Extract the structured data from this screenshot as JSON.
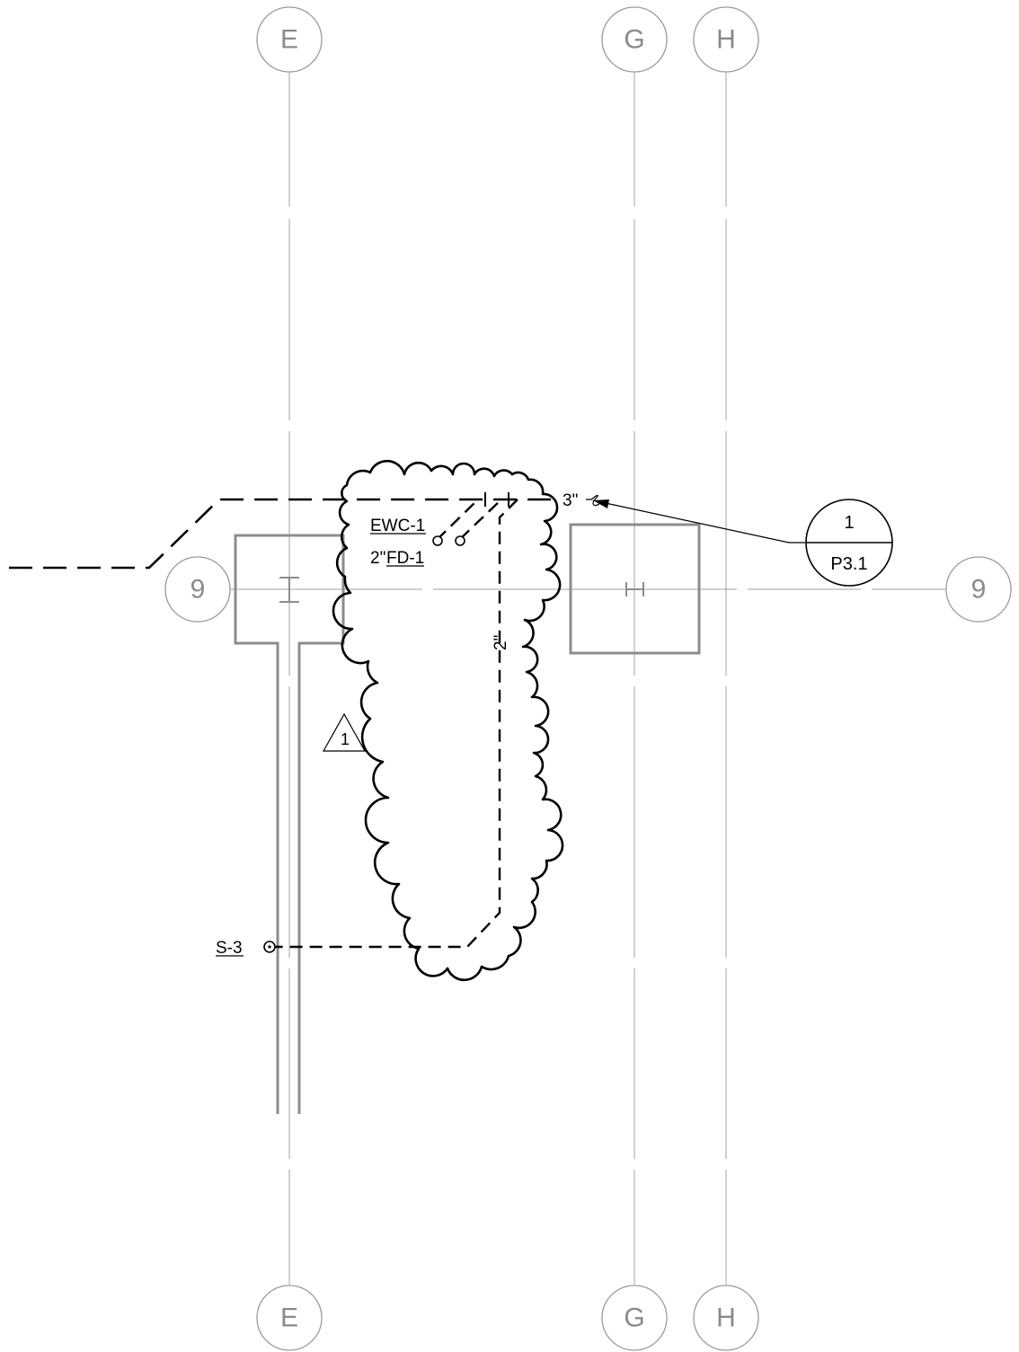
{
  "grid": {
    "columns": [
      {
        "id": "col-e",
        "label": "E"
      },
      {
        "id": "col-g",
        "label": "G"
      },
      {
        "id": "col-h",
        "label": "H"
      }
    ],
    "rows": [
      {
        "id": "row-9",
        "label": "9"
      }
    ]
  },
  "labels": {
    "ewc": "EWC-1",
    "fd_prefix": "2\"",
    "fd": "FD-1",
    "pipe_top": "3\"",
    "pipe_vertical": "2\"",
    "sanitary": "S-3"
  },
  "section_marker": {
    "number": "1",
    "sheet": "P3.1"
  },
  "revision": {
    "number": "1"
  }
}
